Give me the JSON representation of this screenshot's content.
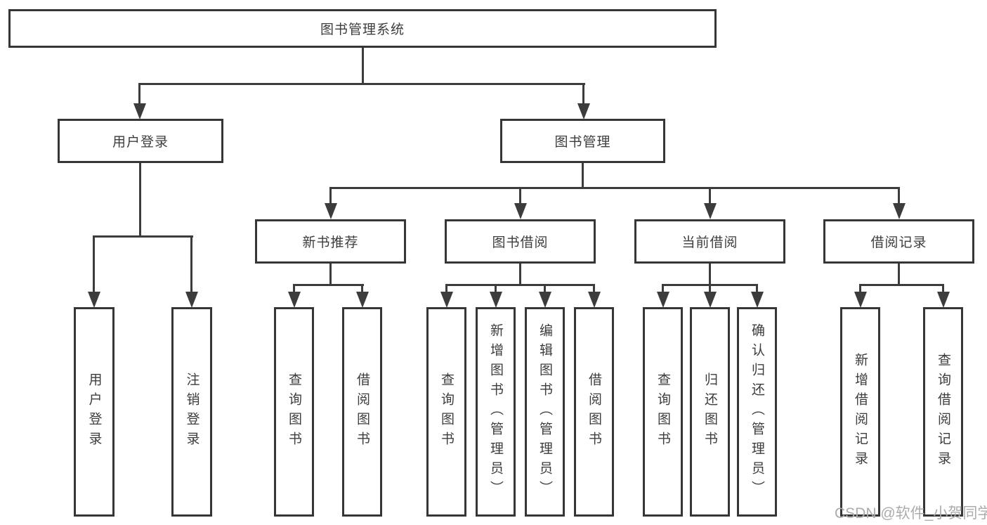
{
  "tree": {
    "label": "图书管理系统",
    "children": [
      {
        "label": "用户登录",
        "children": [
          {
            "label": "用户登录"
          },
          {
            "label": "注销登录"
          }
        ]
      },
      {
        "label": "图书管理",
        "children": [
          {
            "label": "新书推荐",
            "children": [
              {
                "label": "查询图书"
              },
              {
                "label": "借阅图书"
              }
            ]
          },
          {
            "label": "图书借阅",
            "children": [
              {
                "label": "查询图书"
              },
              {
                "label": "新增图书（管理员）"
              },
              {
                "label": "编辑图书（管理员）"
              },
              {
                "label": "借阅图书"
              }
            ]
          },
          {
            "label": "当前借阅",
            "children": [
              {
                "label": "查询图书"
              },
              {
                "label": "归还图书"
              },
              {
                "label": "确认归还（管理员）"
              }
            ]
          },
          {
            "label": "借阅记录",
            "children": [
              {
                "label": "新增借阅记录"
              },
              {
                "label": "查询借阅记录"
              }
            ]
          }
        ]
      }
    ]
  },
  "watermark": "CSDN @软件_小贺同学",
  "colors": {
    "line": "#3c3c3c",
    "border": "#363636",
    "text": "#3d3d3d",
    "watermark": "#acacac",
    "background": "#ffffff"
  }
}
